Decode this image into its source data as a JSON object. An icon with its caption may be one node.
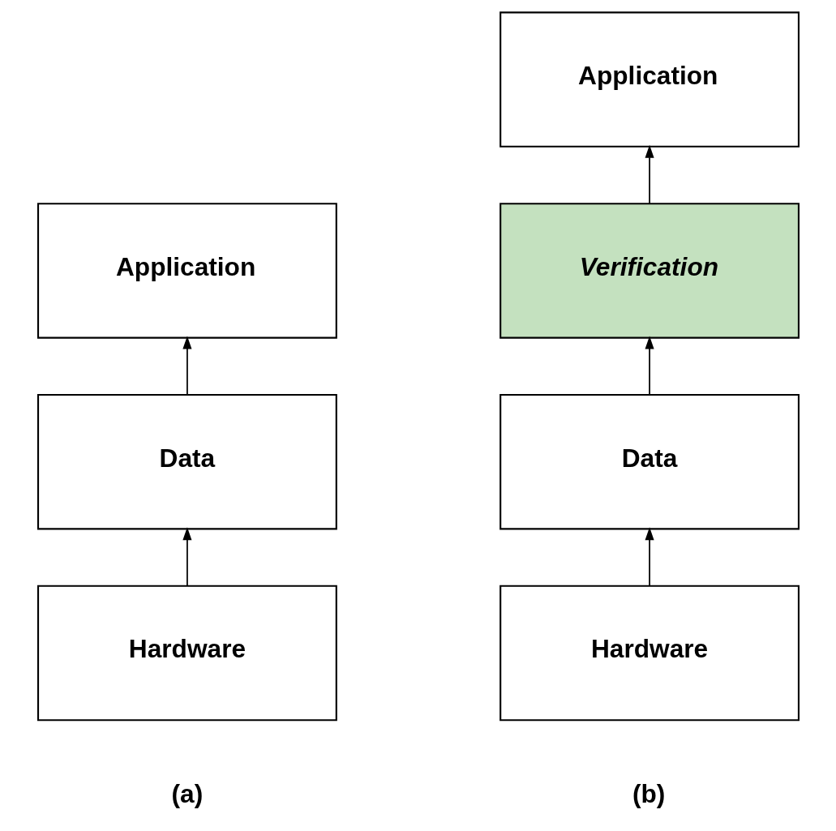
{
  "diagram": {
    "nodes": [
      {
        "text": [
          "Application"
        ]
      },
      {
        "text": [
          "Data"
        ]
      },
      {
        "text": [
          "Hardware"
        ]
      },
      {
        "text": [
          "Application"
        ]
      },
      {
        "text": [
          "Verification"
        ]
      },
      {
        "text": [
          "Data"
        ]
      },
      {
        "text": [
          "Hardware"
        ]
      }
    ],
    "edges": [
      {
        "from": 2,
        "to": 1,
        "arrow": "to"
      },
      {
        "from": 1,
        "to": 0,
        "arrow": "to"
      },
      {
        "from": 6,
        "to": 5,
        "arrow": "to"
      },
      {
        "from": 5,
        "to": 4,
        "arrow": "to"
      },
      {
        "from": 4,
        "to": 3,
        "arrow": "to"
      }
    ],
    "labels": [
      "(a)",
      "(b)"
    ]
  }
}
